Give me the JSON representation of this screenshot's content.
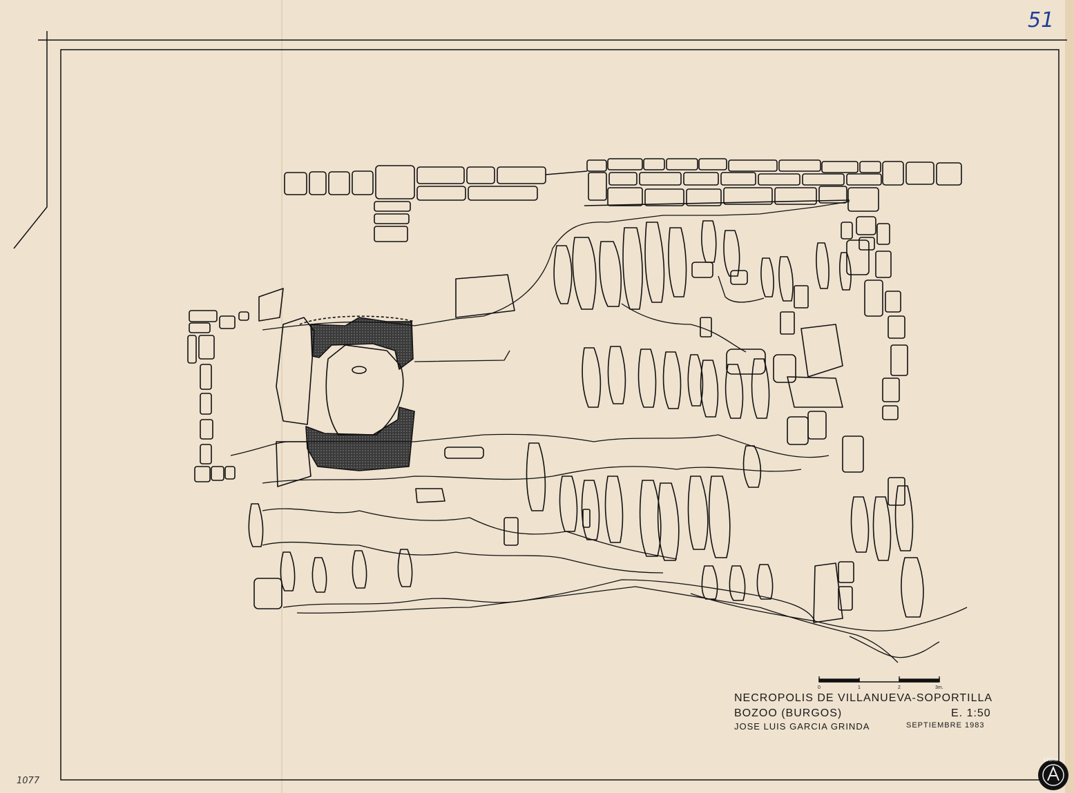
{
  "sheet_number": "51",
  "inventory_number": "1077",
  "title_block": {
    "title": "NECROPOLIS DE VILLANUEVA-SOPORTILLA",
    "location": "BOZOO (BURGOS)",
    "scale": "E. 1:50",
    "author": "JOSE LUIS GARCIA GRINDA",
    "date": "SEPTIEMBRE 1983"
  },
  "scale_bar": {
    "ticks": [
      "0",
      "1",
      "2",
      "3m."
    ]
  },
  "logo_text": "ETSAM",
  "colors": {
    "paper": "#efe2cf",
    "ink": "#111111",
    "sheet_number_ink": "#1f3f9a"
  }
}
